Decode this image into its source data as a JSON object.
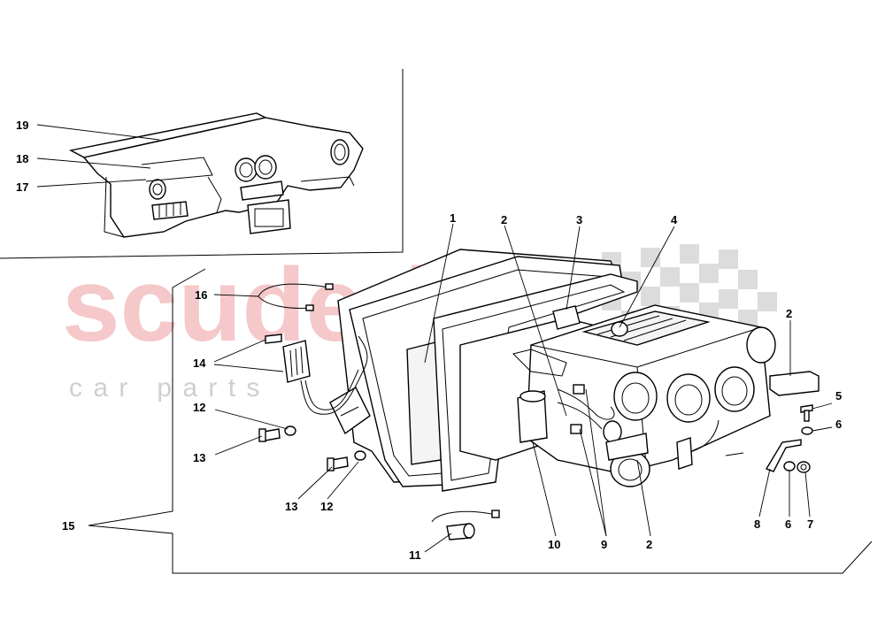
{
  "watermark": {
    "brand": "scuderia",
    "tagline": "c a r   p a r t s"
  },
  "callouts": {
    "c1": "1",
    "c2a": "2",
    "c2b": "2",
    "c2c": "2",
    "c3": "3",
    "c4": "4",
    "c5": "5",
    "c6a": "6",
    "c6b": "6",
    "c7": "7",
    "c8": "8",
    "c9": "9",
    "c10": "10",
    "c11": "11",
    "c12a": "12",
    "c12b": "12",
    "c13a": "13",
    "c13b": "13",
    "c14": "14",
    "c15": "15",
    "c16": "16",
    "c17": "17",
    "c18": "18",
    "c19": "19"
  }
}
